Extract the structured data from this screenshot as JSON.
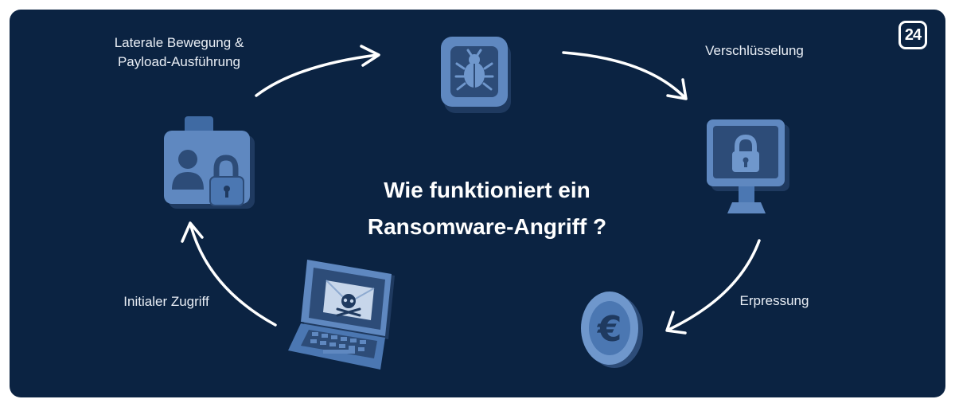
{
  "title": {
    "line1": "Wie funktioniert ein",
    "line2": "Ransomware-Angriff ?"
  },
  "steps": [
    {
      "label_lines": [
        "Laterale Bewegung &",
        "Payload-Ausführung"
      ],
      "icon": "id-card-lock-icon"
    },
    {
      "label_lines": [
        "Verschlüsselung"
      ],
      "icon": "bug-icon"
    },
    {
      "label_lines": [
        "Erpressung"
      ],
      "icon": "euro-coin-icon"
    },
    {
      "label_lines": [
        "Initialer Zugriff"
      ],
      "icon": "laptop-skull-mail-icon"
    }
  ],
  "center_icons": [
    "monitor-lock-icon"
  ],
  "brand": {
    "logo_text": "24"
  },
  "colors": {
    "background": "#0b2342",
    "icon_fill": "#5f88c0",
    "icon_dark": "#243f66",
    "text": "#ffffff"
  }
}
